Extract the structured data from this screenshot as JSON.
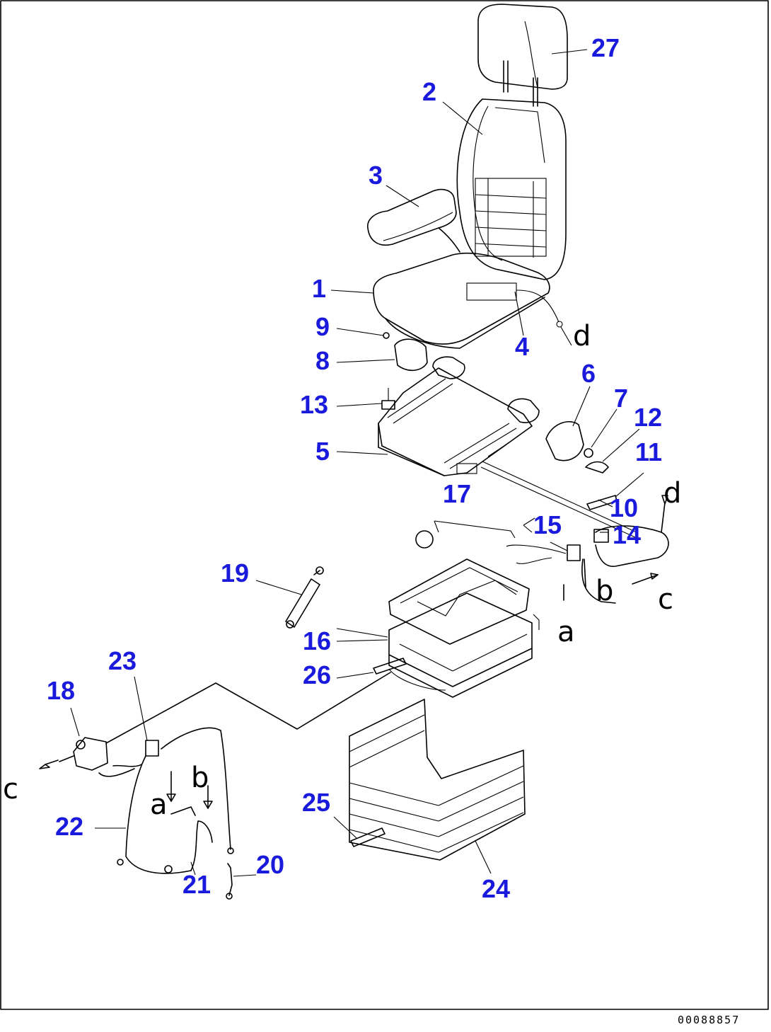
{
  "callouts": {
    "c1": "1",
    "c2": "2",
    "c3": "3",
    "c4": "4",
    "c5": "5",
    "c6": "6",
    "c7": "7",
    "c8": "8",
    "c9": "9",
    "c10": "10",
    "c11": "11",
    "c12": "12",
    "c13": "13",
    "c14": "14",
    "c15": "15",
    "c16": "16",
    "c17": "17",
    "c18": "18",
    "c19": "19",
    "c20": "20",
    "c21": "21",
    "c22": "22",
    "c23": "23",
    "c24": "24",
    "c25": "25",
    "c26": "26",
    "c27": "27"
  },
  "connectors": {
    "d_top": "d",
    "d_right": "d",
    "a_mid": "a",
    "b_mid": "b",
    "c_mid": "c",
    "a_left": "a",
    "b_left": "b",
    "c_left": "c"
  },
  "drawing_code": "00088857",
  "colors": {
    "callout": "#1a1adc",
    "line": "#000000",
    "background": "#ffffff"
  }
}
